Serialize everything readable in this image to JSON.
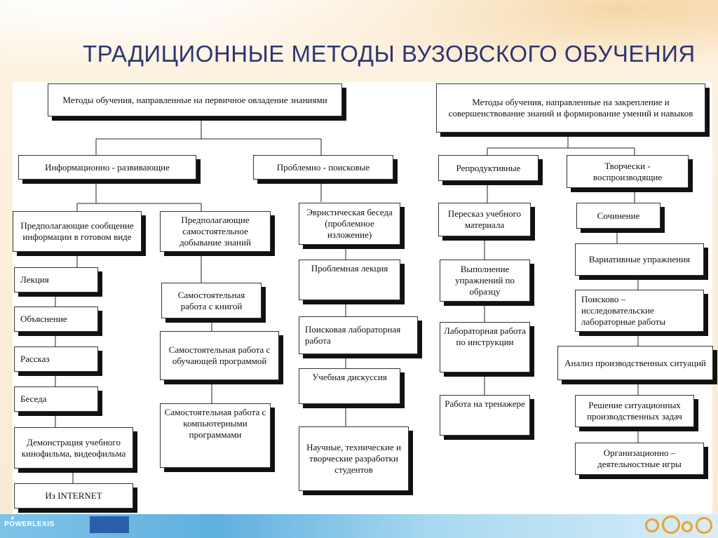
{
  "slide": {
    "title": "ТРАДИЦИОННЫЕ МЕТОДЫ ВУЗОВСКОГО ОБУЧЕНИЯ",
    "brand": "POWERLEXIS"
  },
  "diagram": {
    "root_left": "Методы обучения, направленные на первичное овладение знаниями",
    "root_right": "Методы обучения, направленные на закрепление и совершенствование знаний и формирование умений и навыков",
    "info": "Информационно - развивающие",
    "problem": "Проблемно - поисковые",
    "reproductive": "Репродуктивные",
    "creative": "Творчески - воспроизводящие",
    "info_ready": "Предполагающие сообщение информации в готовом виде",
    "info_self": "Предполагающие самостоятельное добывание знаний",
    "ready_items": [
      "Лекция",
      "Объяснение",
      "Рассказ",
      "Беседа",
      "Демонстрация учебного кинофильма, видеофильма",
      "Из INTERNET"
    ],
    "self_items": [
      "Самостоятельная работа с книгой",
      "Самостоятельная работа с обучающей программой",
      "Самостоятельная работа с компьютерными программами"
    ],
    "problem_items": [
      "Эвристическая беседа (проблемное изложение)",
      "Проблемная лекция",
      "Поисковая лабораторная работа",
      "Учебная дискуссия",
      "Научные, технические и творческие разработки студентов"
    ],
    "repro_items": [
      "Пересказ учебного материала",
      "Выполнение упражнений по образцу",
      "Лабораторная работа по инструкции",
      "Работа на тренажере"
    ],
    "creative_items": [
      "Сочинение",
      "Вариативные упражнения",
      "Поисково – исследовательские лабораторные работы",
      "Анализ производственных ситуаций",
      "Решение ситуационных производственных задач",
      "Организационно – деятельностные игры"
    ]
  }
}
